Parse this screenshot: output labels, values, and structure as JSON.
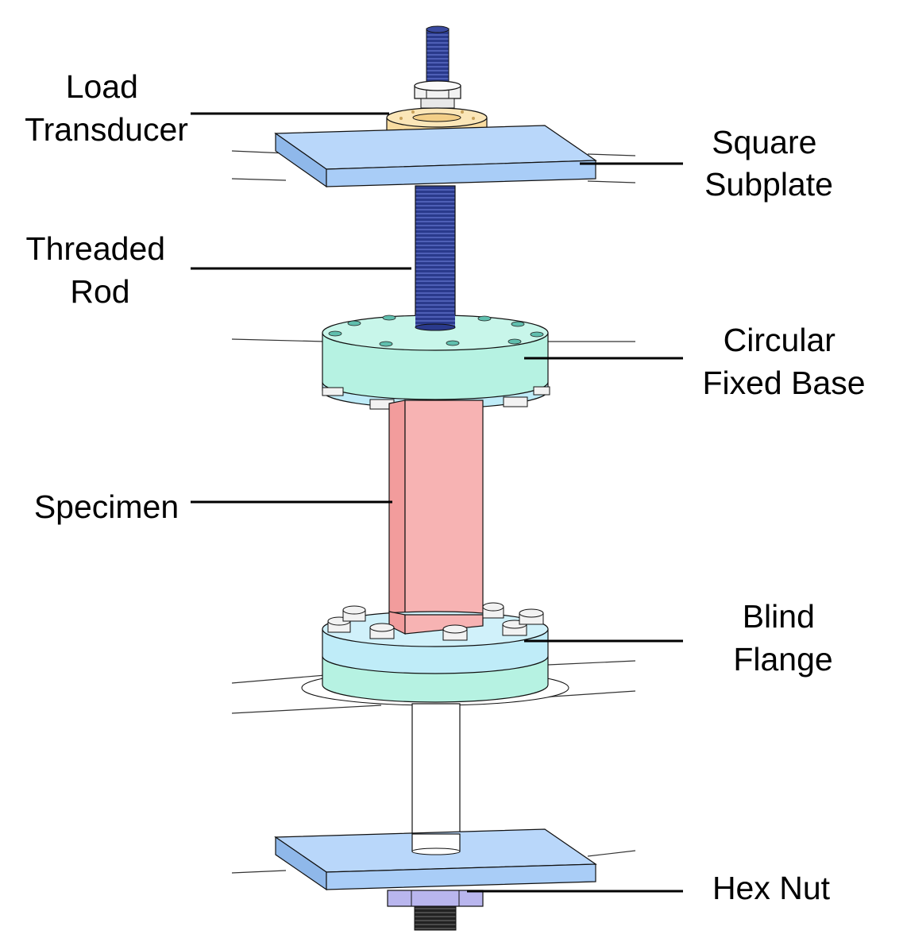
{
  "labels": {
    "load_transducer": [
      "Load",
      "Transducer"
    ],
    "square_subplate": [
      "Square",
      "Subplate"
    ],
    "threaded_rod": [
      "Threaded",
      "Rod"
    ],
    "circular_fixed_base": [
      "Circular",
      "Fixed Base"
    ],
    "specimen": [
      "Specimen"
    ],
    "blind_flange": [
      "Blind",
      "Flange"
    ],
    "hex_nut": [
      "Hex Nut"
    ]
  },
  "colors": {
    "subplate": "#a9cdf7",
    "transducer": "#f9dca0",
    "threaded_rod": "#2a3a8c",
    "fixed_base": "#b6f2e2",
    "flange_ring": "#bfecf8",
    "specimen": "#f7b3b3",
    "hex_nut": "#b9b6ee",
    "nut_white": "#f2f2f2"
  }
}
